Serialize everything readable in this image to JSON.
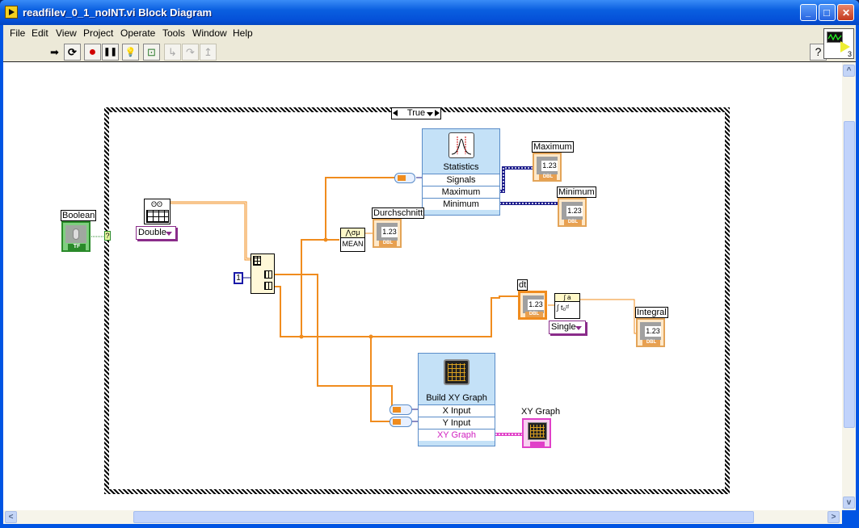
{
  "window": {
    "title": "readfilev_0_1_noINT.vi Block Diagram",
    "buttons": {
      "minimize": "_",
      "maximize": "□",
      "close": "✕"
    }
  },
  "menu": [
    "File",
    "Edit",
    "View",
    "Project",
    "Operate",
    "Tools",
    "Window",
    "Help"
  ],
  "toolbar": {
    "buttons": [
      {
        "name": "run",
        "icon": "➡",
        "enabled": true
      },
      {
        "name": "run-continuously",
        "icon": "⟳",
        "enabled": true
      },
      {
        "name": "abort",
        "icon": "●",
        "enabled": true
      },
      {
        "name": "pause",
        "icon": "❚❚",
        "enabled": true
      },
      {
        "name": "highlight-execution",
        "icon": "💡",
        "enabled": true
      },
      {
        "name": "retain-wire-values",
        "icon": "⊡",
        "enabled": true
      },
      {
        "name": "step-into",
        "icon": "↳",
        "enabled": false
      },
      {
        "name": "step-over",
        "icon": "↷",
        "enabled": false
      },
      {
        "name": "step-out",
        "icon": "↥",
        "enabled": false
      }
    ],
    "help": "?",
    "connector_pane_number": "3"
  },
  "diagram": {
    "case_selector": "True",
    "boolean_label": "Boolean",
    "boolean_tf": "TF",
    "selector_terminal": "?",
    "read_file_type": "Double",
    "index_constant": "1",
    "statistics": {
      "title": "Statistics",
      "rows": [
        "Signals",
        "Maximum",
        "Minimum"
      ]
    },
    "mean_label": "MEAN",
    "mean_icon": "⋀σμ",
    "indicators": {
      "maximum": "Maximum",
      "minimum": "Minimum",
      "durchschnitt": "Durchschnitt",
      "dt": "dt",
      "integral": "Integral",
      "xy_graph": "XY Graph"
    },
    "numeric_display": "1.23",
    "numeric_type": "DBL",
    "integral_func": {
      "top": "∫ a",
      "bottom": "∫ t₀ᵗᶠ"
    },
    "integral_type": "Single",
    "build_xy": {
      "title": "Build XY Graph",
      "rows": [
        "X Input",
        "Y Input",
        "XY Graph"
      ]
    }
  },
  "colors": {
    "wire_double": "#f08c1e",
    "wire_dynamic": "#1a1a8a",
    "wire_cluster": "#e040c8",
    "wire_boolean": "#2a8a2a",
    "express_bg": "#c4e1f7"
  }
}
